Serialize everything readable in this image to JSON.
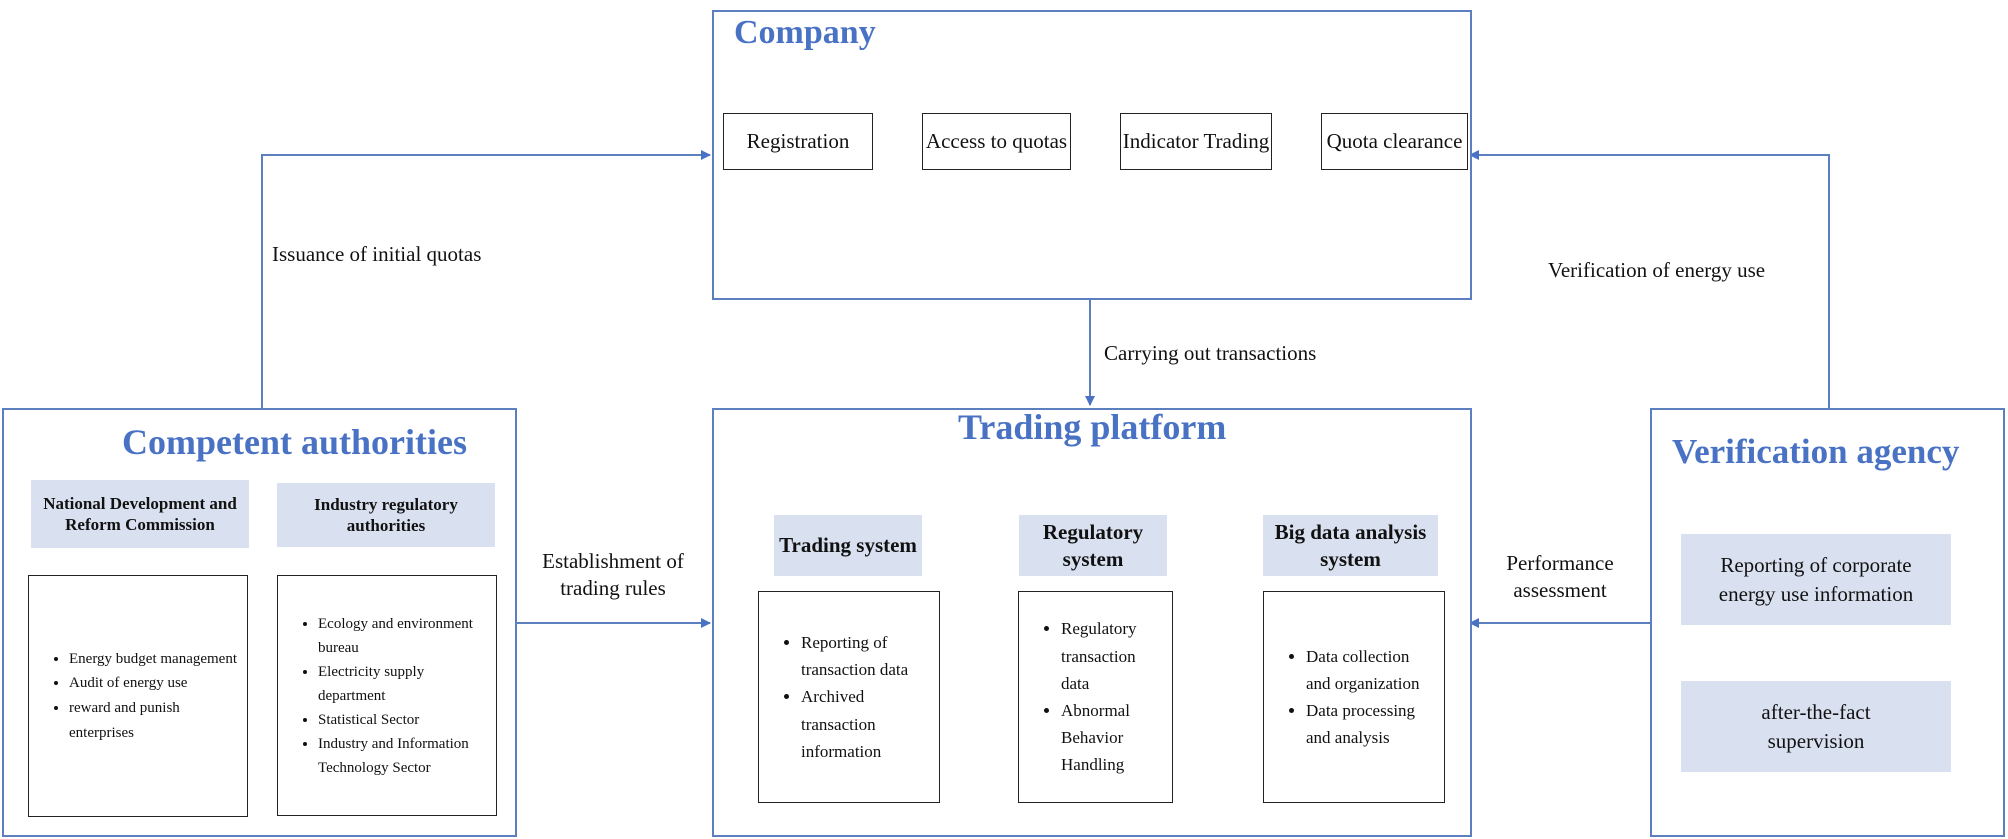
{
  "company": {
    "title": "Company",
    "steps": [
      "Registration",
      "Access to quotas",
      "Indicator Trading",
      "Quota clearance"
    ]
  },
  "connectors": {
    "issuance": "Issuance of initial quotas",
    "verification": "Verification of energy use",
    "carrying": "Carrying out transactions",
    "establishment": "Establishment of trading rules",
    "performance": "Performance assessment"
  },
  "authorities": {
    "title": "Competent authorities",
    "ndrc_header": "National Development and Reform Commission",
    "ndrc_items": [
      "Energy budget management",
      "Audit of energy use",
      "reward and punish enterprises"
    ],
    "industry_header": "Industry regulatory authorities",
    "industry_items": [
      "Ecology and environment bureau",
      "Electricity supply department",
      "Statistical Sector",
      "Industry and Information Technology Sector"
    ]
  },
  "platform": {
    "title": "Trading platform",
    "trading_header": "Trading system",
    "trading_items": [
      "Reporting of transaction data",
      "Archived transaction information"
    ],
    "regulatory_header": "Regulatory system",
    "regulatory_items": [
      "Regulatory transaction data",
      "Abnormal Behavior Handling"
    ],
    "bigdata_header": "Big data analysis system",
    "bigdata_items": [
      "Data collection and organization",
      "Data processing and analysis"
    ]
  },
  "verification": {
    "title": "Verification agency",
    "items": [
      "Reporting of corporate energy use information",
      "after-the-fact supervision"
    ]
  },
  "colors": {
    "accent": "#4a72c4",
    "border": "#5b7fbf",
    "shade": "#d9e0f0"
  }
}
